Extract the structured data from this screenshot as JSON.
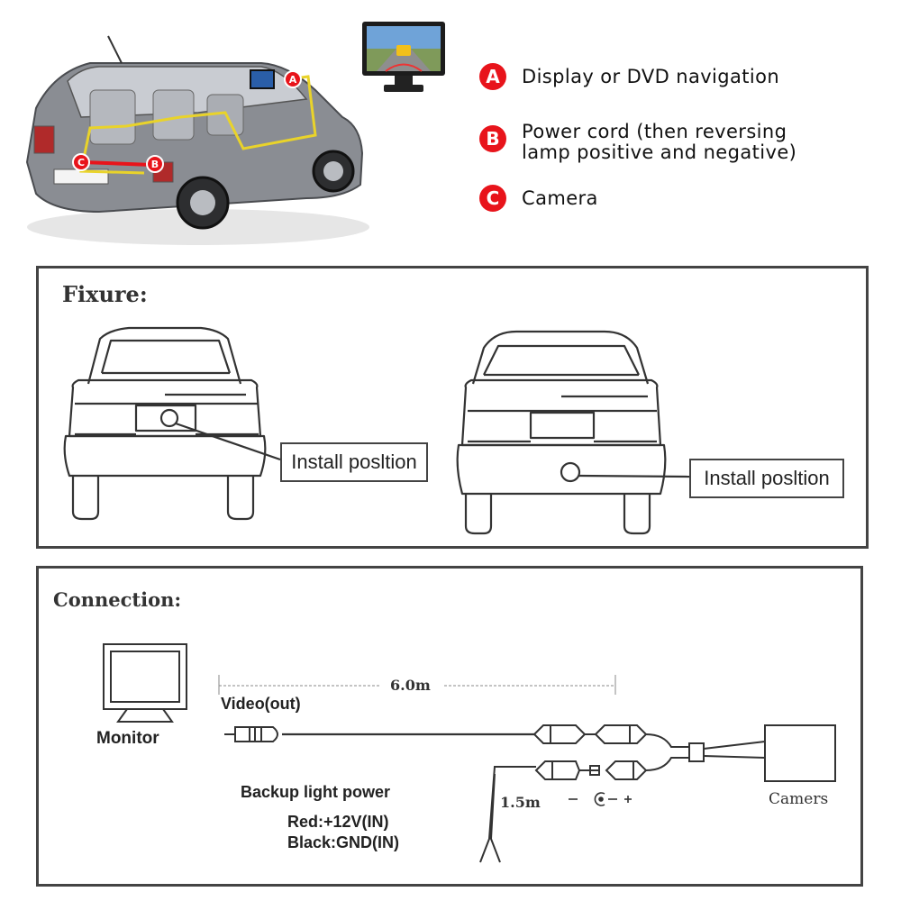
{
  "legend": {
    "items": [
      {
        "badge": "A",
        "text": "Display or DVD navigation"
      },
      {
        "badge": "B",
        "text": "Power cord (then reversing\nlamp positive and negative)"
      },
      {
        "badge": "C",
        "text": "Camera"
      }
    ],
    "badge_color": "#e8141b"
  },
  "car_markers": [
    "A",
    "B",
    "C"
  ],
  "fixture": {
    "heading": "Fixure:",
    "install_label_1": "Install posltion",
    "install_label_2": "Install posltion"
  },
  "connection": {
    "heading": "Connection:",
    "monitor_label": "Monitor",
    "video_out_label": "Video(out)",
    "distance_main": "6.0m",
    "distance_power": "1.5m",
    "camera_label": "Camers",
    "backup": {
      "title": "Backup light power",
      "red": "Red:+12V(IN)",
      "black": "Black:GND(IN)"
    }
  },
  "colors": {
    "wire_yellow": "#e9d32a",
    "marker_red": "#e8141b",
    "line_art": "#333333"
  }
}
